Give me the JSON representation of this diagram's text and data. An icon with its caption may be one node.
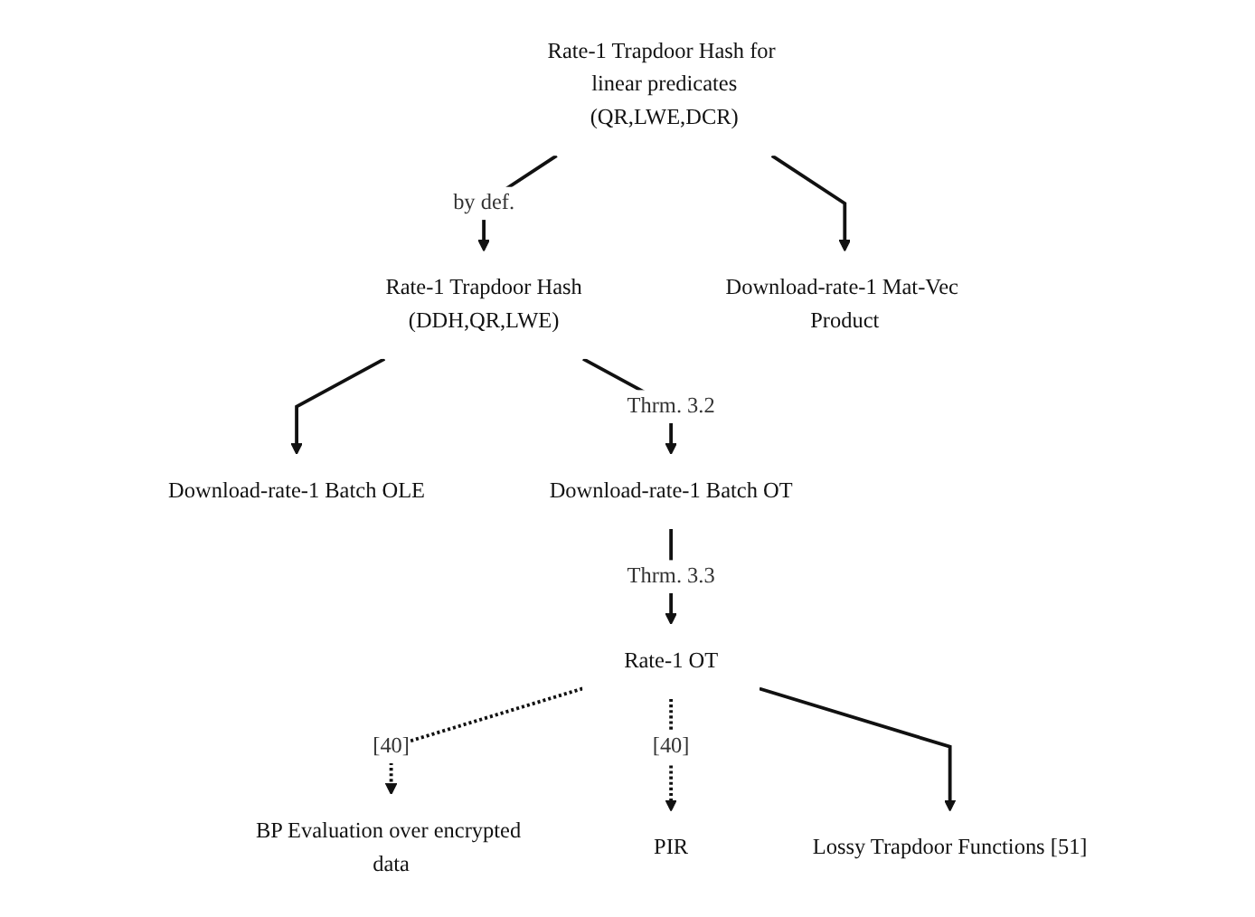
{
  "diagram": {
    "nodes": [
      {
        "text": [
          "Rate-1 Trapdoor Hash for linear predicates",
          "(QR,LWE,DCR)"
        ]
      },
      {
        "text": [
          "Rate-1 Trapdoor Hash",
          "(DDH,QR,LWE)"
        ]
      },
      {
        "text": [
          "Download-rate-1 Mat-Vec Product"
        ]
      },
      {
        "text": [
          "Download-rate-1 Batch OLE"
        ]
      },
      {
        "text": [
          "Download-rate-1 Batch OT"
        ]
      },
      {
        "text": [
          "Rate-1 OT"
        ]
      },
      {
        "text": [
          "BP Evaluation over encrypted data"
        ]
      },
      {
        "text": [
          "PIR"
        ]
      },
      {
        "text": [
          "Lossy Trapdoor Functions [51]"
        ]
      }
    ],
    "edges": [
      {
        "from": 0,
        "to": 1,
        "arrow": "to",
        "label": "by def."
      },
      {
        "from": 0,
        "to": 2,
        "arrow": "to"
      },
      {
        "from": 1,
        "to": 3,
        "arrow": "to"
      },
      {
        "from": 1,
        "to": 4,
        "arrow": "to",
        "label": "Thrm. 3.2"
      },
      {
        "from": 4,
        "to": 5,
        "arrow": "to",
        "label": "Thrm. 3.3"
      },
      {
        "from": 5,
        "to": 6,
        "arrow": "to",
        "label": "[40]",
        "style": "dashed"
      },
      {
        "from": 5,
        "to": 7,
        "arrow": "to",
        "label": "[40]",
        "style": "dashed"
      },
      {
        "from": 5,
        "to": 8,
        "arrow": "to"
      }
    ]
  }
}
